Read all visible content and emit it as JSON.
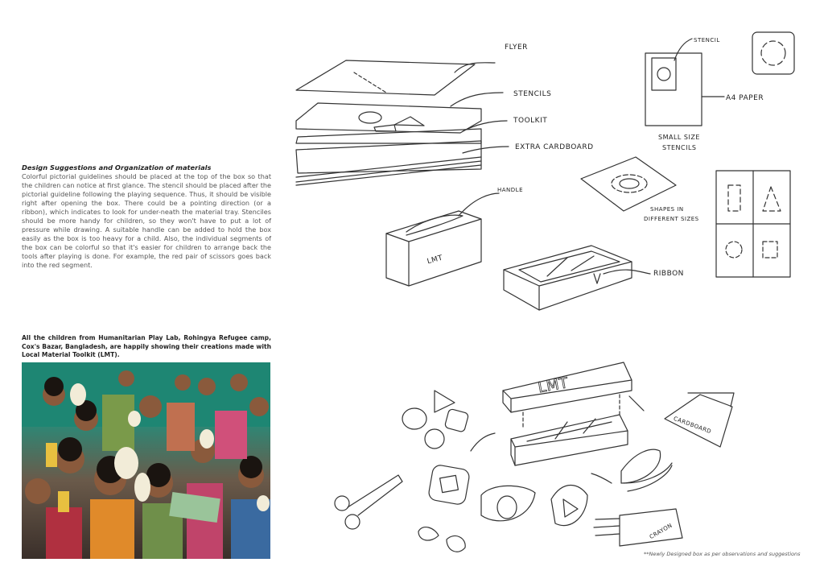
{
  "description": {
    "heading": "Design Suggestions and Organization of materials",
    "body": "Colorful pictorial guidelines should be placed at the top of the box so that the children can notice at first glance. The stencil should be placed after the pictorial guideline following the playing sequence. Thus, it should be visible right after opening the box. There could be a pointing direction (or a ribbon), which indicates to look for under-neath the material tray. Stenciles should be more handy for children, so they won't have to put a lot of pressure while drawing. A suitable handle can be added to hold the box easily as the box is too heavy for a child. Also, the individual segments of the box can be colorful so that it's easier for children to arrange back the tools after playing is done. For example, the red pair of scissors goes back into the red segment."
  },
  "caption": "All the children from Humanitarian Play Lab, Rohingya Refugee camp, Cox's Bazar, Bangladesh, are happily showing their creations made with Local Material Toolkit (LMT).",
  "sketch_labels": {
    "flyer": "FLYER",
    "stencils": "STENCILS",
    "toolkit": "TOOLKIT",
    "extra_cardboard": "EXTRA CARDBOARD",
    "stencil": "STENCIL",
    "a4_paper": "A4 PAPER",
    "small_size_stencils_1": "SMALL SIZE",
    "small_size_stencils_2": "STENCILS",
    "handle": "HANDLE",
    "lmt_box": "LMT",
    "shapes_1": "SHAPES IN",
    "shapes_2": "DIFFERENT SIZES",
    "ribbon": "RIBBON",
    "lmt_lid": "LMT",
    "cardboard": "CARDBOARD",
    "crayon": "CRAYON"
  },
  "footnote": "**Newly Designed box as per observations and suggestions"
}
